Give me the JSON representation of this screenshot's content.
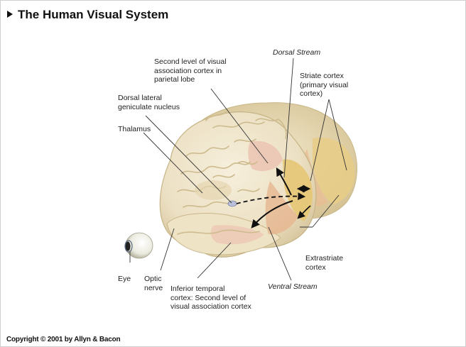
{
  "title": "The Human Visual System",
  "labels": {
    "dorsal_stream": "Dorsal Stream",
    "second_level_parietal": "Second level of visual\nassociation cortex in\nparietal lobe",
    "striate_cortex": "Striate cortex\n(primary visual\ncortex)",
    "dorsal_lgn": "Dorsal lateral\ngeniculate nucleus",
    "thalamus": "Thalamus",
    "extrastriate_cortex": "Extrastriate\ncortex",
    "ventral_stream": "Ventral Stream",
    "eye": "Eye",
    "optic_nerve": "Optic\nnerve",
    "inferior_temporal": "Inferior temporal\ncortex: Second level of\nvisual association cortex"
  },
  "copyright": "Copyright © 2001 by Allyn & Bacon",
  "colors": {
    "brain": "#efe6cf",
    "brain_shadow": "#d9cba6",
    "striate": "#e7c97c",
    "extrastriate": "#e6b58c",
    "association": "#ebc3b2",
    "leader_line": "#333333"
  }
}
